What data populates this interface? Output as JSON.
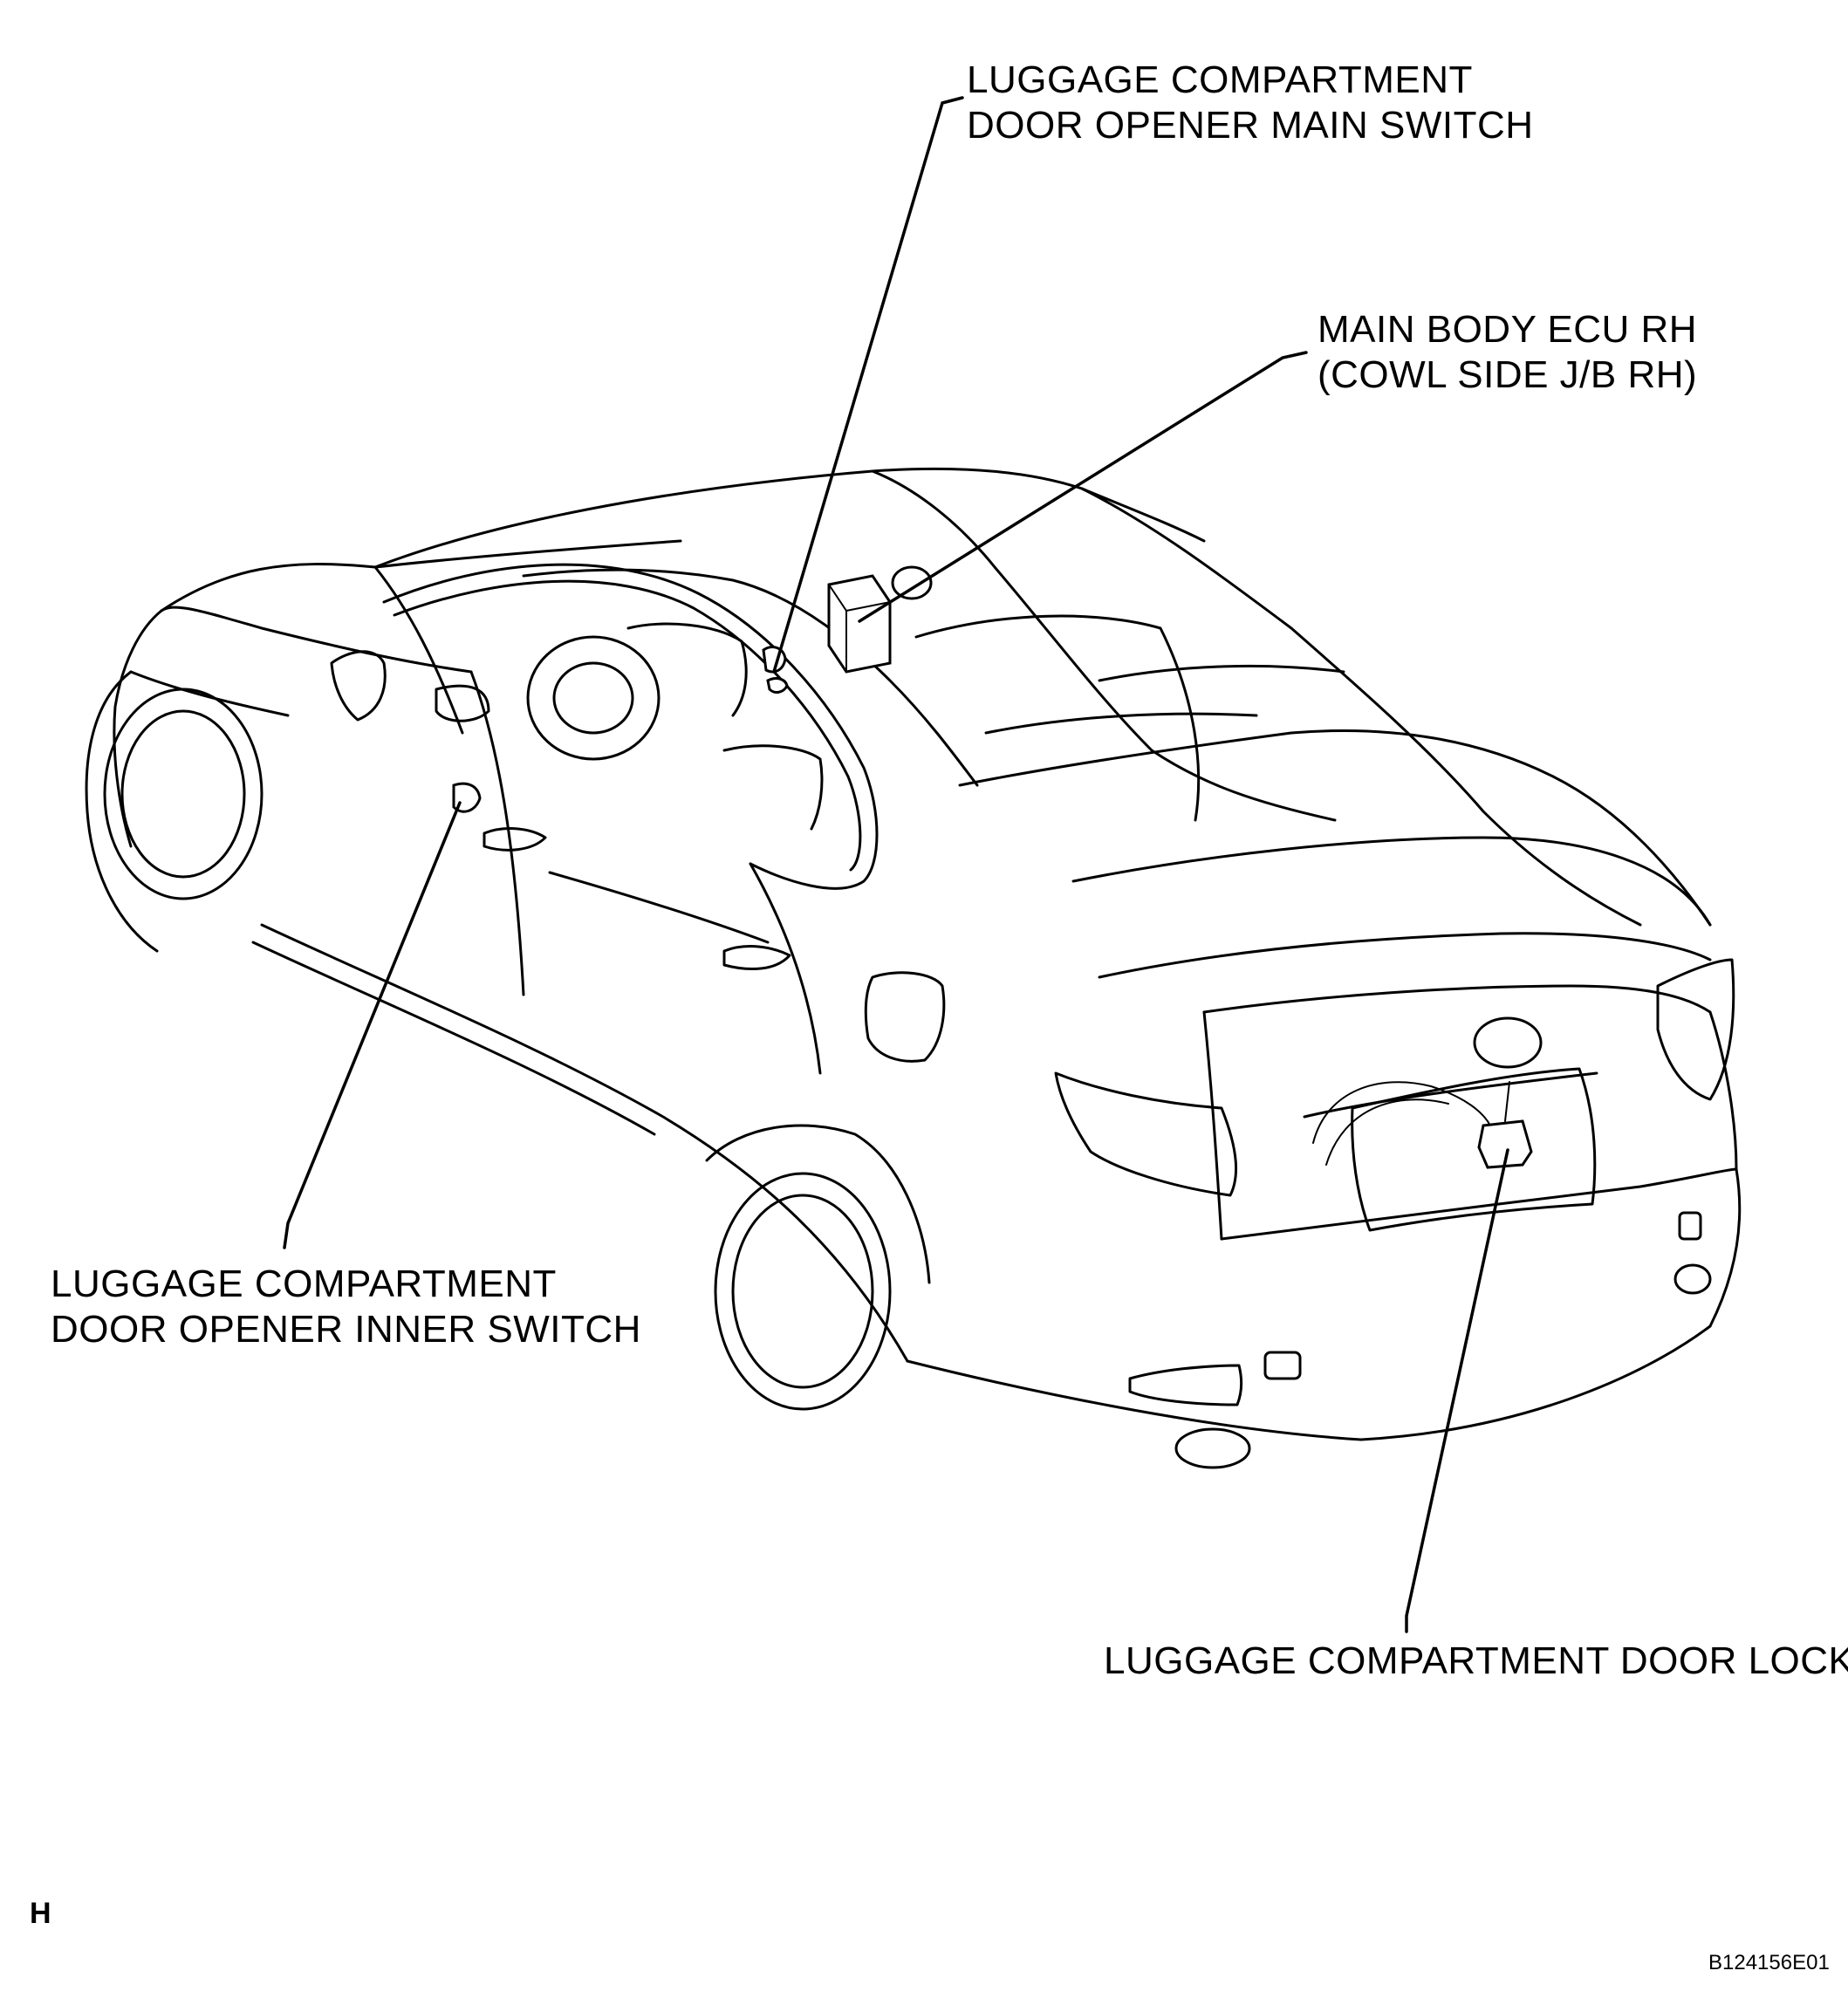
{
  "labels": {
    "main_switch": [
      "LUGGAGE COMPARTMENT",
      "DOOR OPENER MAIN SWITCH"
    ],
    "ecu": [
      "MAIN BODY ECU RH",
      "(COWL SIDE J/B RH)"
    ],
    "inner_switch": [
      "LUGGAGE COMPARTMENT",
      "DOOR OPENER INNER SWITCH"
    ],
    "door_lock": [
      "LUGGAGE COMPARTMENT DOOR LOCK"
    ]
  },
  "page_letter": "H",
  "figure_code": "B124156E01"
}
